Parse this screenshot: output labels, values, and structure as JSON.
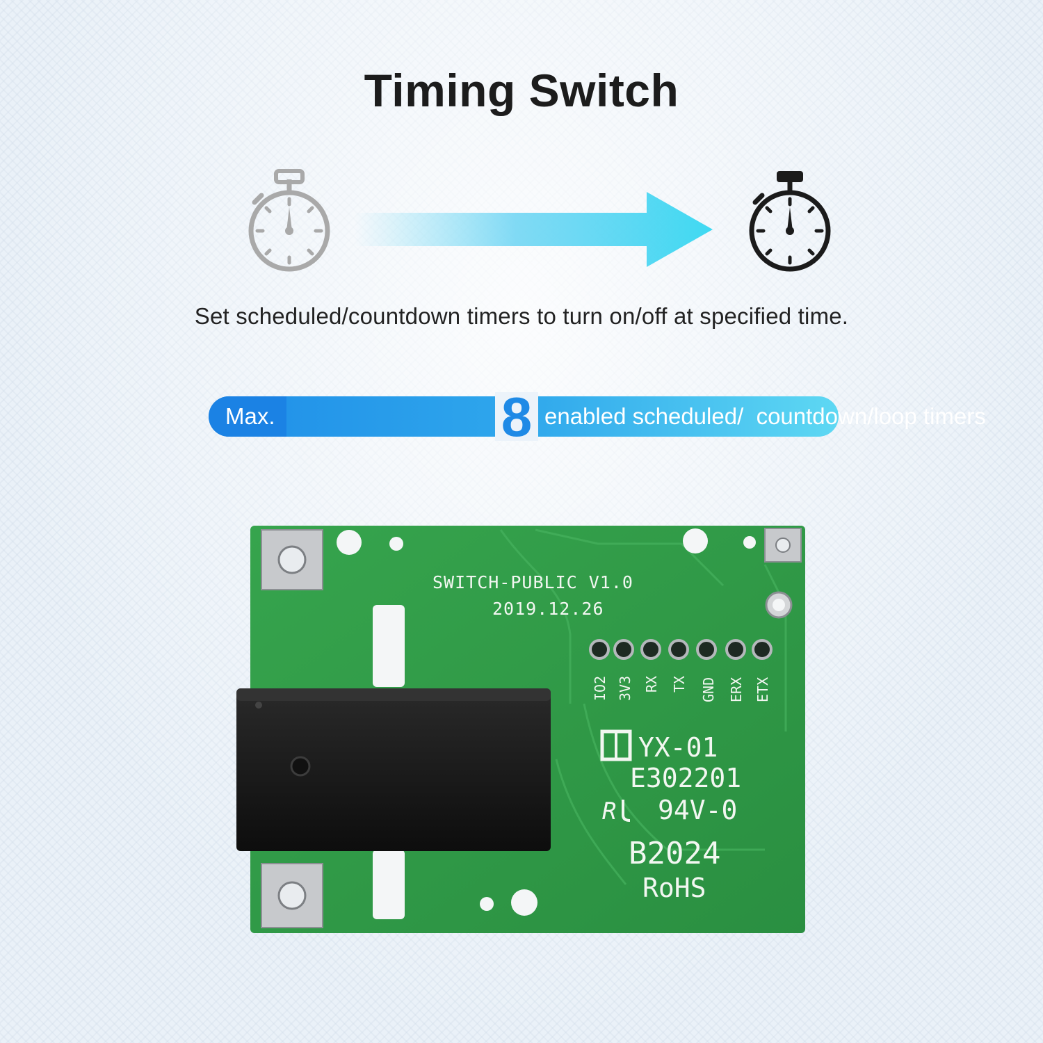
{
  "title": "Timing Switch",
  "subtitle": "Set scheduled/countdown timers to turn on/off at specified time.",
  "timers_badge": {
    "prefix": "Max.",
    "number": "8",
    "suffix": "enabled scheduled/  countdown/loop timers"
  },
  "board": {
    "model_line": "SWITCH-PUBLIC V1.0",
    "date_line": "2019.12.26",
    "pins": [
      "IO2",
      "3V3",
      "RX",
      "TX",
      "GND",
      "ERX",
      "ETX"
    ],
    "part_number": "YX-01",
    "cert_number": "E302201",
    "flame_rating": "94V-0",
    "batch_code": "B2024",
    "compliance": "RoHS"
  },
  "icons": {
    "start": "stopwatch-icon",
    "transition": "arrow-right-icon",
    "end": "stopwatch-icon"
  },
  "colors": {
    "badge_blue": "#1b82e4",
    "badge_cyan": "#5ed8f3",
    "pcb_green": "#2f9a46",
    "icon_grey": "#a6a6a6",
    "icon_dark": "#1b1b1b"
  }
}
